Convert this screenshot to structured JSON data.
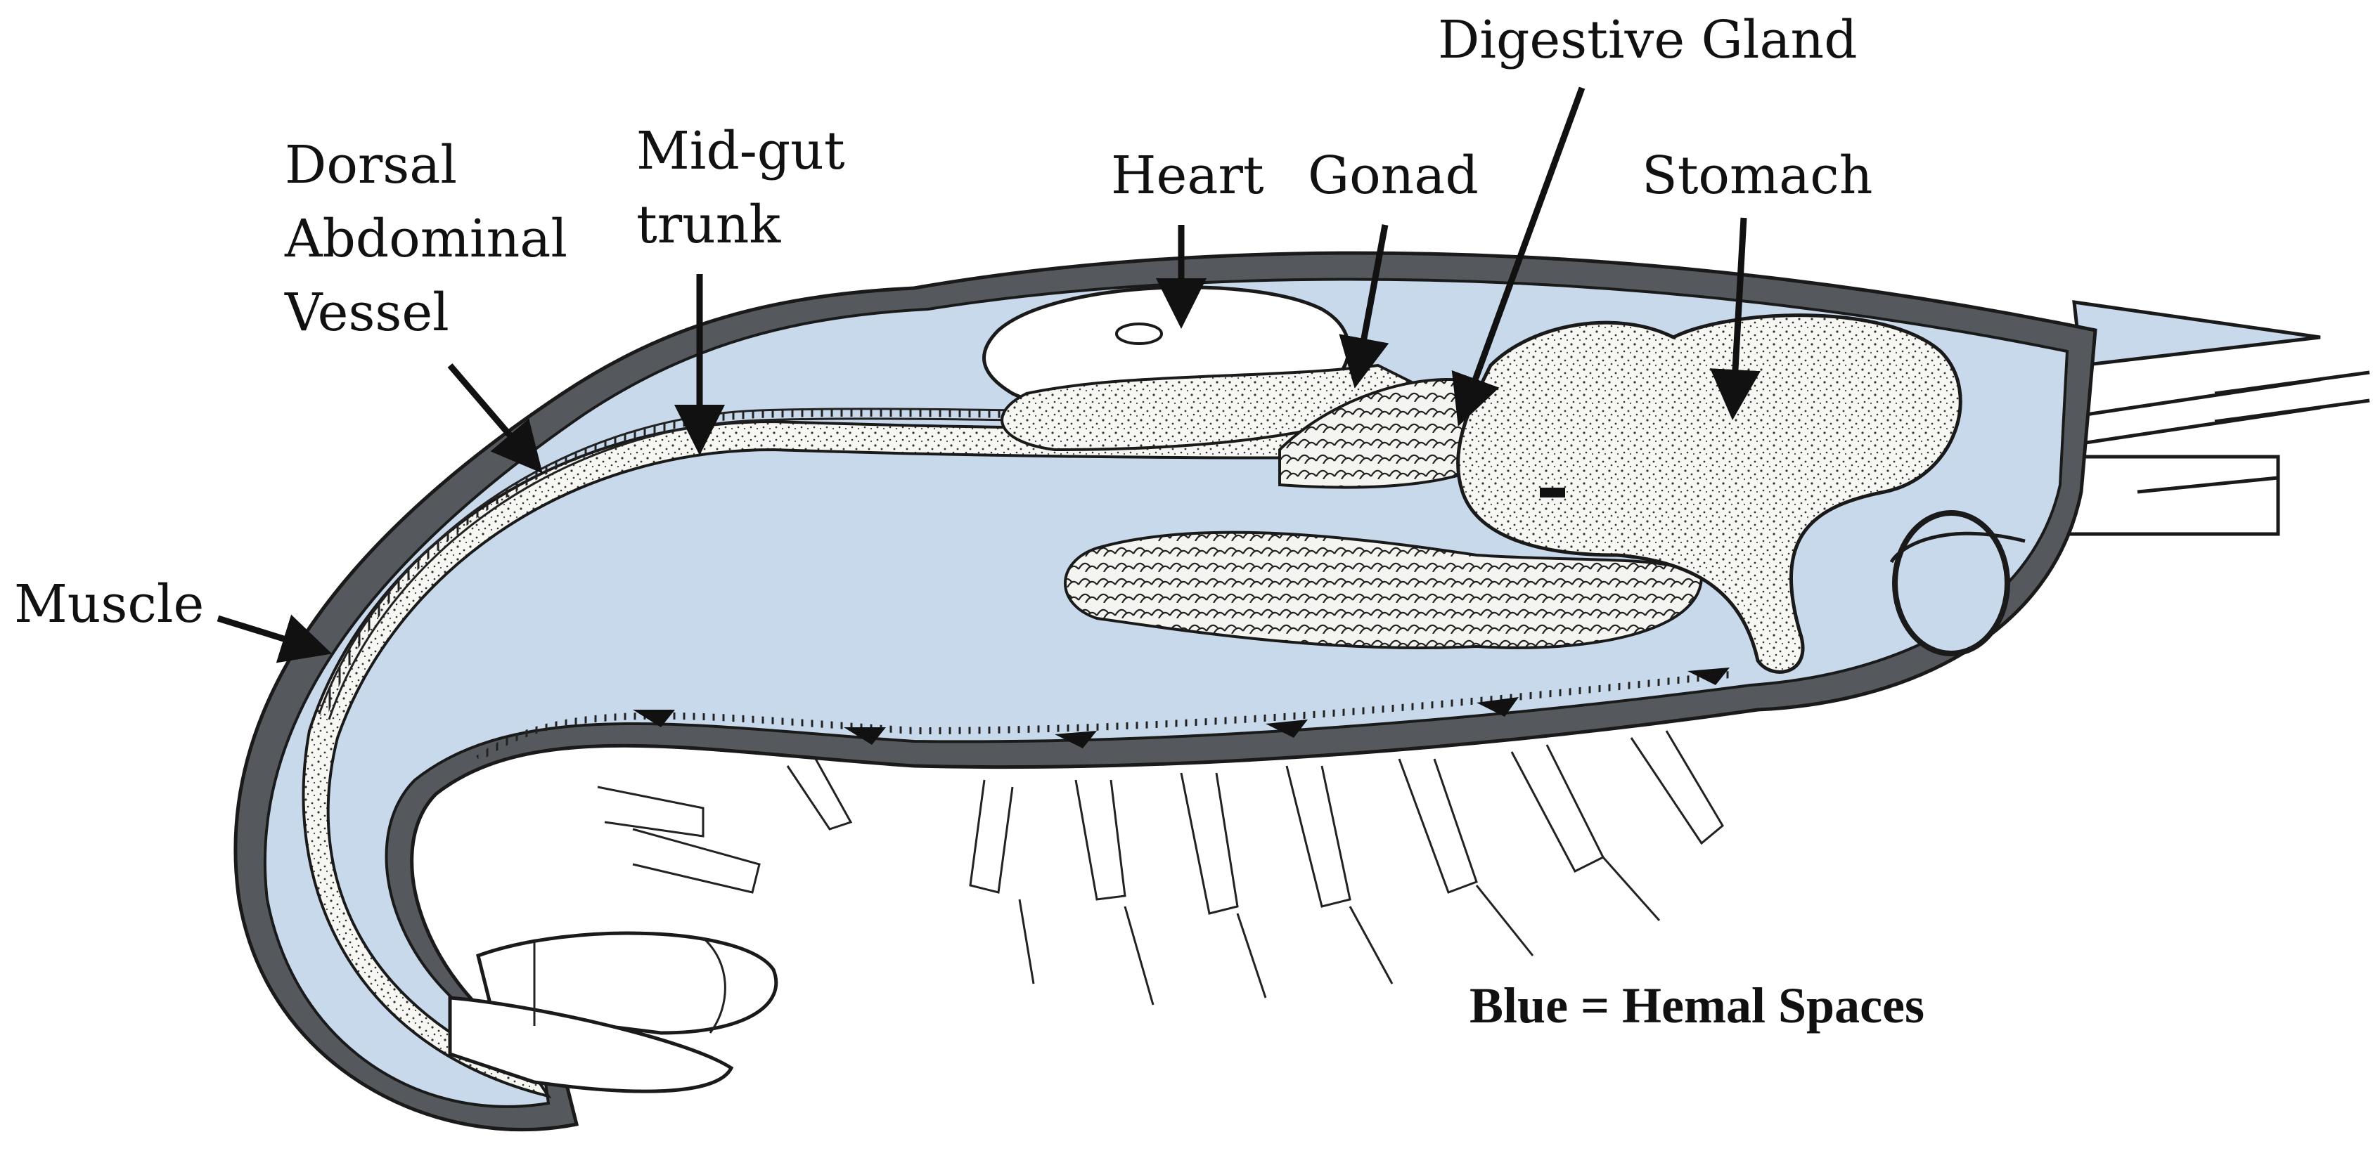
{
  "labels": {
    "dorsal_abdominal_vessel": [
      "Dorsal",
      "Abdominal",
      "Vessel"
    ],
    "mid_gut_trunk": [
      "Mid-gut",
      "trunk"
    ],
    "heart": "Heart",
    "gonad": "Gonad",
    "digestive_gland": "Digestive Gland",
    "stomach": "Stomach",
    "muscle": "Muscle"
  },
  "legend": "Blue = Hemal Spaces",
  "colors": {
    "hemal_space": "#c9d9ec",
    "muscle": "#55595e",
    "tissue_fill": "#f4f4f0",
    "outline": "#1a1a1a"
  }
}
